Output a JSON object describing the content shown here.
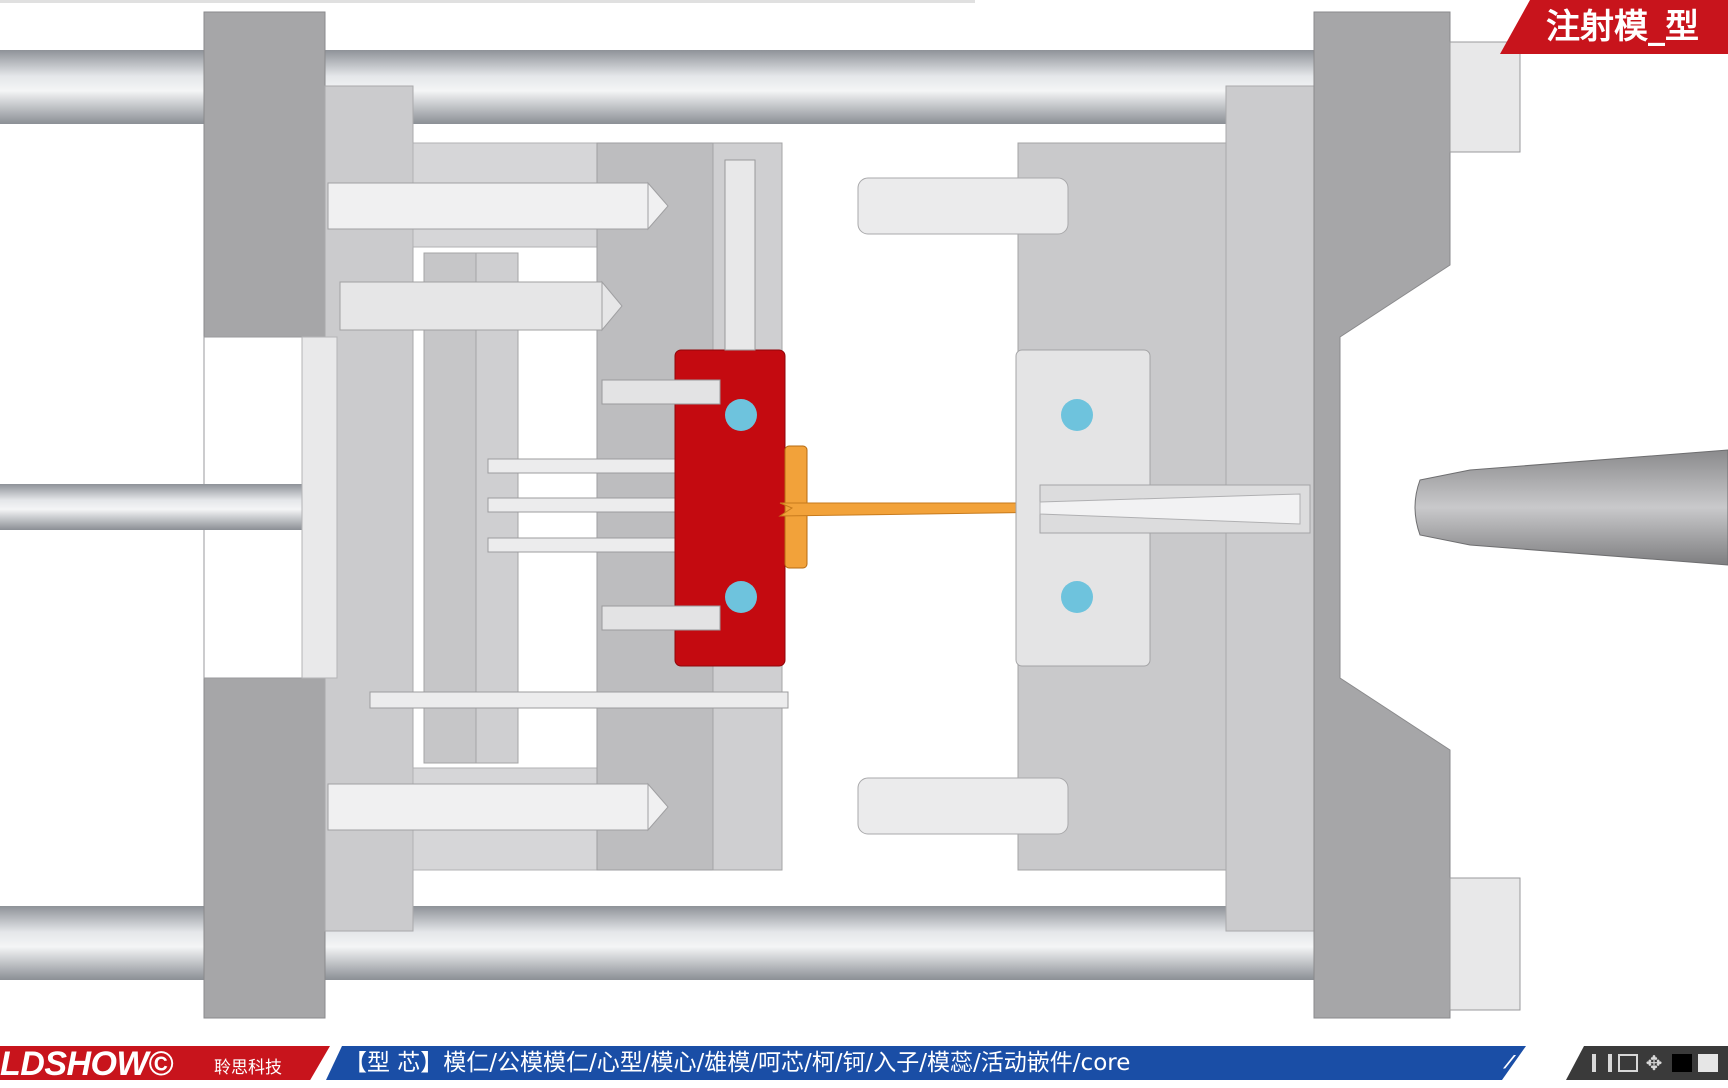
{
  "title": "注射模_型",
  "brand": {
    "logo_text": "LDSHOW©",
    "company": "聆思科技"
  },
  "term_bar": {
    "text": "【型 芯】模仁/公模模仁/心型/模心/雄模/呵芯/柯/钶/入子/模蕊/活动嵌件/core"
  },
  "controls": [
    "pause-icon",
    "window-icon",
    "move-icon",
    "black-square-icon",
    "white-square-icon"
  ],
  "colors": {
    "highlight_core": "#c40a10",
    "melt": "#f2a23a",
    "cooling_channel": "#6ec3dd",
    "platen": "#a9a9ab",
    "plate": "#cfcfd1",
    "title_red": "#c8141c",
    "term_blue": "#1a4ea6"
  }
}
